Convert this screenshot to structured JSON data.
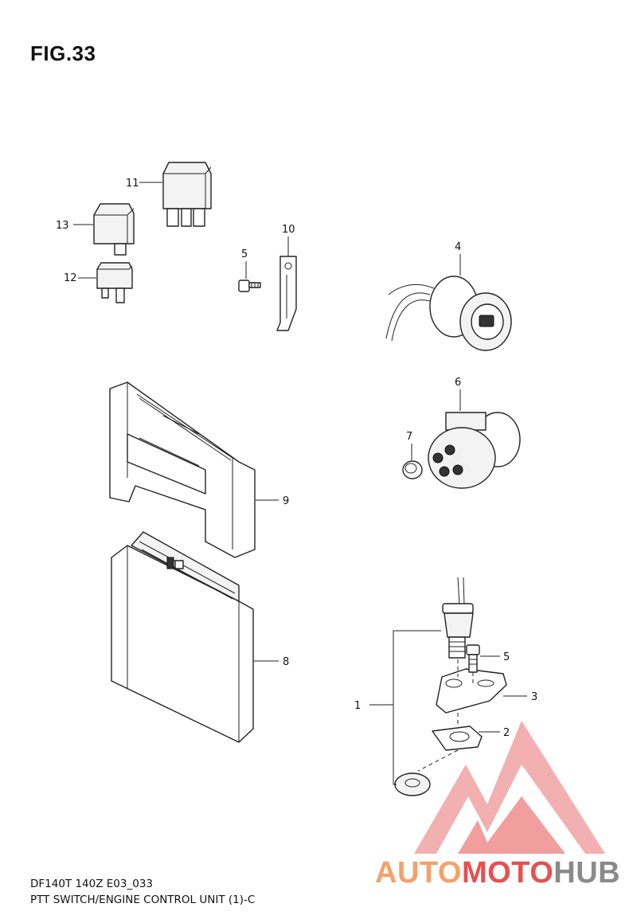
{
  "figure": {
    "title": "FIG.33"
  },
  "callouts": {
    "c11": "11",
    "c13": "13",
    "c12": "12",
    "c5a": "5",
    "c10": "10",
    "c4": "4",
    "c6": "6",
    "c7": "7",
    "c9": "9",
    "c8": "8",
    "c1": "1",
    "c5b": "5",
    "c3": "3",
    "c2": "2"
  },
  "footer": {
    "model_code": "DF140T 140Z E03_033",
    "description": "PTT SWITCH/ENGINE CONTROL UNIT (1)-C"
  },
  "watermark": {
    "part1": "AUTO",
    "part2": "MOTO",
    "part3": "HUB",
    "color_orange": "#f5a06a",
    "color_red": "#e85050",
    "color_gray": "#8a8a8a"
  }
}
